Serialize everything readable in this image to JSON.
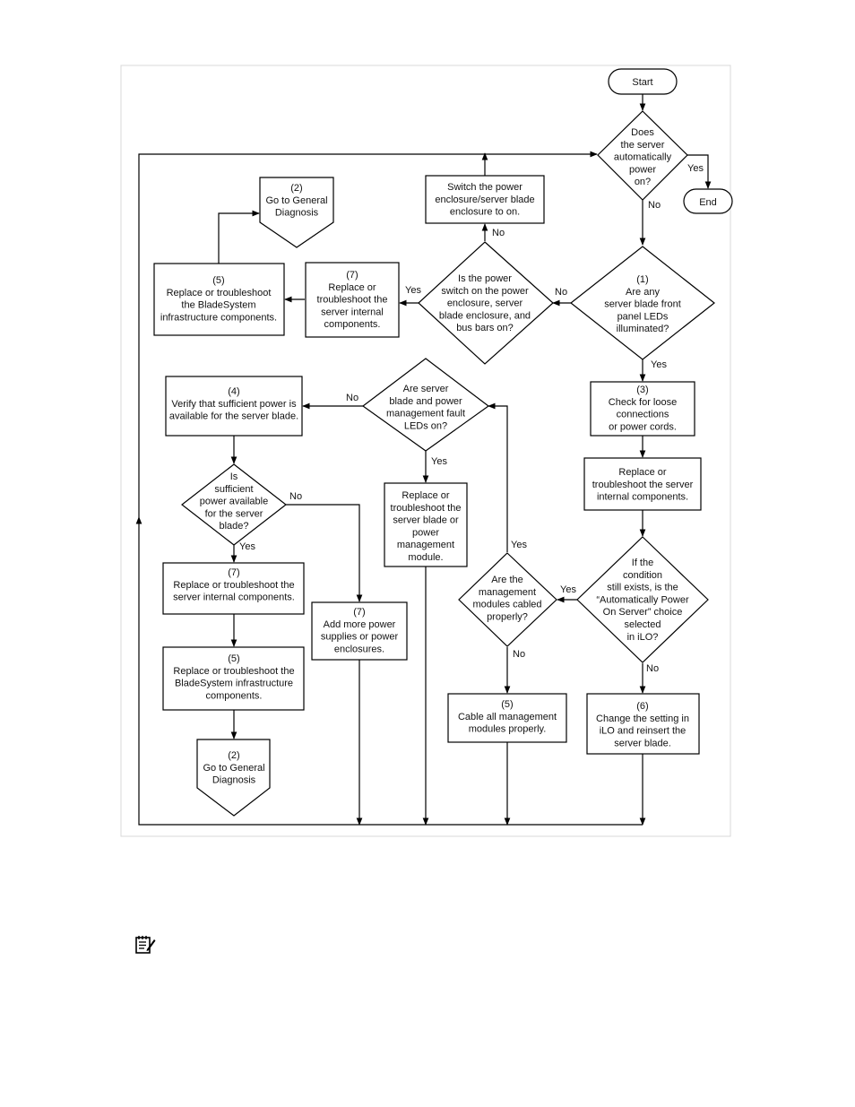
{
  "flowchart": {
    "start": "Start",
    "end": "End",
    "q_auto_power": [
      "Does",
      "the server",
      "automatically",
      "power",
      "on?"
    ],
    "q_leds": [
      "(1)",
      "Are any",
      "server blade front",
      "panel LEDs",
      "illuminated?"
    ],
    "q_switch": [
      "Is the power",
      "switch on the power",
      "enclosure, server",
      "blade enclosure, and",
      "bus bars on?"
    ],
    "a_switch_on": [
      "Switch the power",
      "enclosure/server blade",
      "enclosure to on."
    ],
    "a_replace_internal_top": [
      "(7)",
      "Replace or",
      "troubleshoot the",
      "server internal",
      "components."
    ],
    "a_replace_bladesystem_top": [
      "(5)",
      "Replace or troubleshoot",
      "the BladeSystem",
      "infrastructure components."
    ],
    "go_general_top": [
      "(2)",
      "Go to General",
      "Diagnosis"
    ],
    "a_check_loose": [
      "(3)",
      "Check for loose",
      "connections",
      "or power cords."
    ],
    "a_replace_internal_right": [
      "Replace or",
      "troubleshoot the server",
      "internal components."
    ],
    "q_condition": [
      "If the",
      "condition",
      "still exists, is the",
      "“Automatically Power",
      "On Server” choice",
      "selected",
      "in iLO?"
    ],
    "a_change_setting": [
      "(6)",
      "Change the setting in",
      "iLO and reinsert the",
      "server blade."
    ],
    "q_cabled": [
      "Are the",
      "management",
      "modules cabled",
      "properly?"
    ],
    "a_cable": [
      "(5)",
      "Cable all management",
      "modules properly."
    ],
    "q_fault_leds": [
      "Are server",
      "blade and power",
      "management fault",
      "LEDs on?"
    ],
    "a_replace_module": [
      "Replace or",
      "troubleshoot the",
      "server blade or",
      "power",
      "management",
      "module."
    ],
    "a_verify_power": [
      "(4)",
      "Verify that sufficient power is",
      "available for the server blade."
    ],
    "q_sufficient": [
      "Is",
      "sufficient",
      "power available",
      "for the server",
      "blade?"
    ],
    "a_replace_internal_left": [
      "(7)",
      "Replace or troubleshoot the",
      "server internal components."
    ],
    "a_add_power": [
      "(7)",
      "Add more power",
      "supplies or power",
      "enclosures."
    ],
    "a_replace_bladesystem_left": [
      "(5)",
      "Replace or troubleshoot the",
      "BladeSystem infrastructure",
      "components."
    ],
    "go_general_bottom": [
      "(2)",
      "Go to General",
      "Diagnosis"
    ],
    "labels": {
      "yes": "Yes",
      "no": "No"
    }
  },
  "note_icon": "note-icon"
}
